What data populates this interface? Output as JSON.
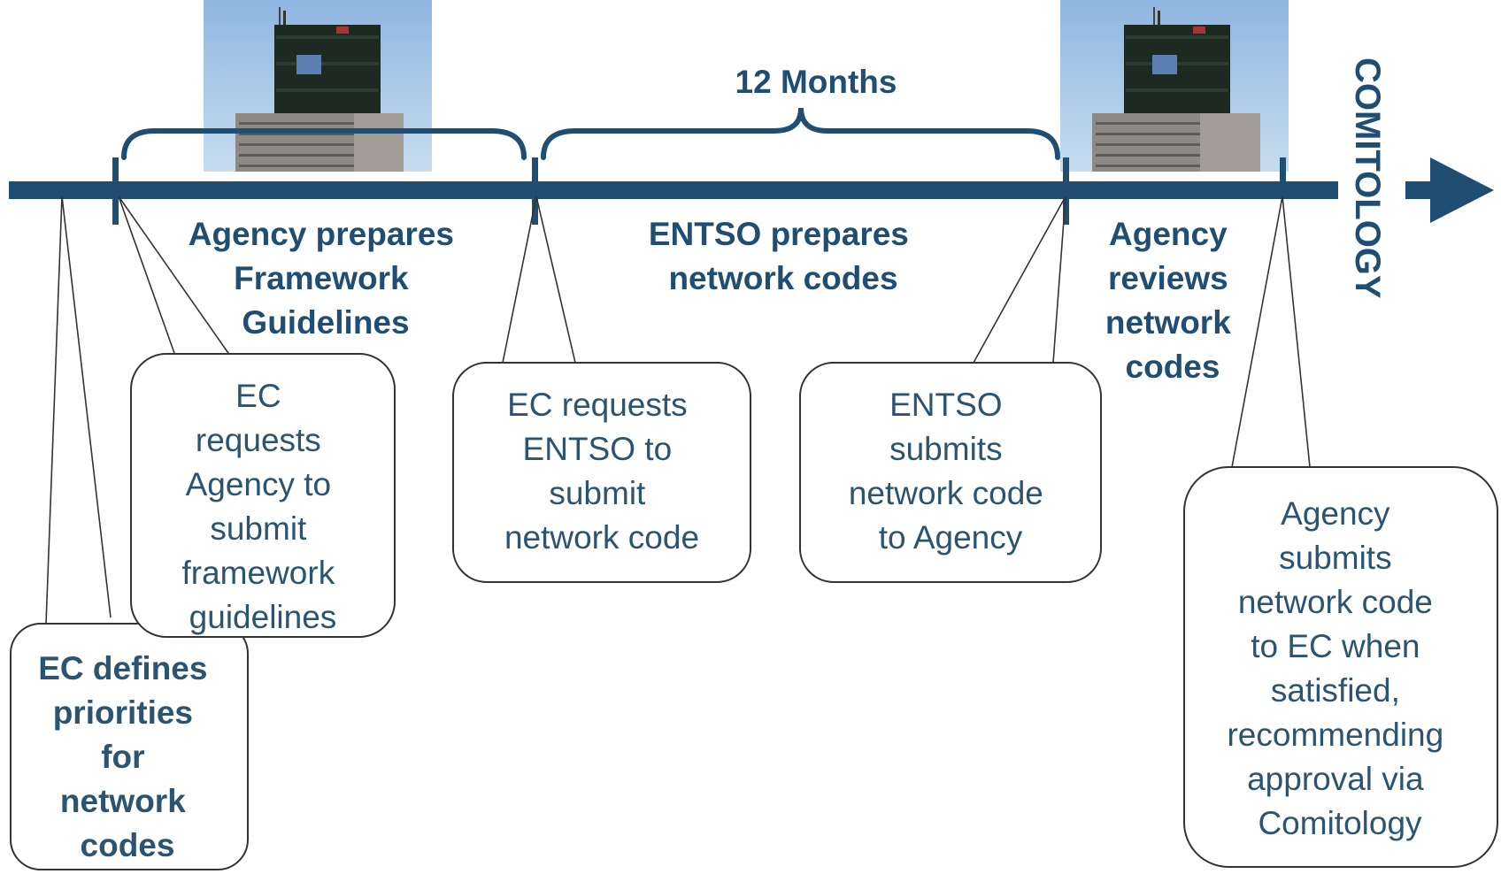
{
  "timeline": {
    "duration_label": "12 Months",
    "side_label": "COMITOLOGY",
    "phases": {
      "agency_prepares": [
        "Agency prepares",
        "Framework",
        "Guidelines"
      ],
      "entso_prepares": [
        "ENTSO prepares",
        "network codes"
      ],
      "agency_reviews": [
        "Agency",
        "reviews",
        "network",
        "codes"
      ]
    }
  },
  "callouts": {
    "ec_defines": [
      "EC defines",
      "priorities",
      "for",
      "network",
      "codes"
    ],
    "ec_requests_agency": [
      "EC",
      "requests",
      "Agency to",
      "submit",
      "framework",
      "guidelines"
    ],
    "ec_requests_entso": [
      "EC requests",
      "ENTSO to",
      "submit",
      "network code"
    ],
    "entso_submits": [
      "ENTSO",
      "submits",
      "network code",
      "to Agency"
    ],
    "agency_submits": [
      "Agency",
      "submits",
      "network code",
      "to EC when",
      "satisfied,",
      "recommending",
      "approval via",
      "Comitology"
    ]
  },
  "images": {
    "left": "office-building-photo",
    "right": "office-building-photo"
  },
  "colors": {
    "timeline": "#1f4e72",
    "text": "#1f4e72",
    "callout_border": "#333333",
    "sky": "#a9c8e8",
    "building_dark": "#1d2a22"
  }
}
